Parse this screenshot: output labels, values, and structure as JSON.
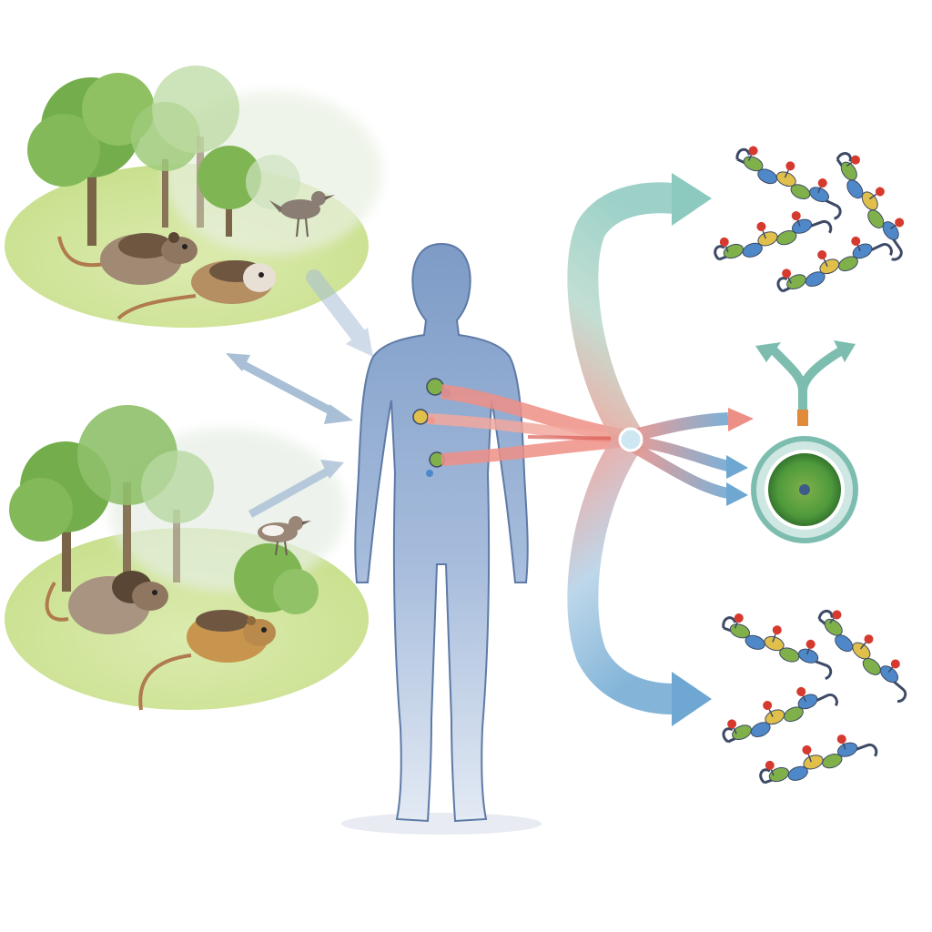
{
  "diagram": {
    "colors": {
      "background": "#ffffff",
      "meadow": "#d6e8a6",
      "tree_dark": "#6fa84a",
      "tree_light": "#b9d89a",
      "trunk": "#7a6448",
      "rodent_gray": "#a08a74",
      "rodent_gold": "#c8954e",
      "rodent_tail": "#b07a4e",
      "bird": "#8a7e74",
      "human_top": "#7d9bc6",
      "human_bottom": "#dde6f2",
      "human_outline": "#5e7aa6",
      "vessel_red": "#ee8f86",
      "arrow_teal": "#8cc9bf",
      "arrow_blue": "#6ea8d2",
      "arrow_gray": "#a9bfd6",
      "cell_ring": "#7dbdb0",
      "cell_core": "#4f9a3c",
      "molecule_chain": "#3d4a66",
      "molecule_green": "#7fb04a",
      "molecule_blue": "#4f88c8",
      "molecule_red": "#d63a2e",
      "molecule_yellow": "#e0c04a"
    },
    "panels": [
      {
        "name": "upper-forest-scene",
        "rodents": 2,
        "birds": 1
      },
      {
        "name": "lower-forest-scene",
        "rodents": 2,
        "birds": 1
      }
    ],
    "molecule_groups": [
      {
        "name": "upper-molecule-group",
        "count": 4
      },
      {
        "name": "lower-molecule-group",
        "count": 4
      }
    ],
    "icons": {
      "human": "human-figure-icon",
      "cell": "y-receptor-cell-icon",
      "molecule": "molecule-chain-icon"
    }
  }
}
